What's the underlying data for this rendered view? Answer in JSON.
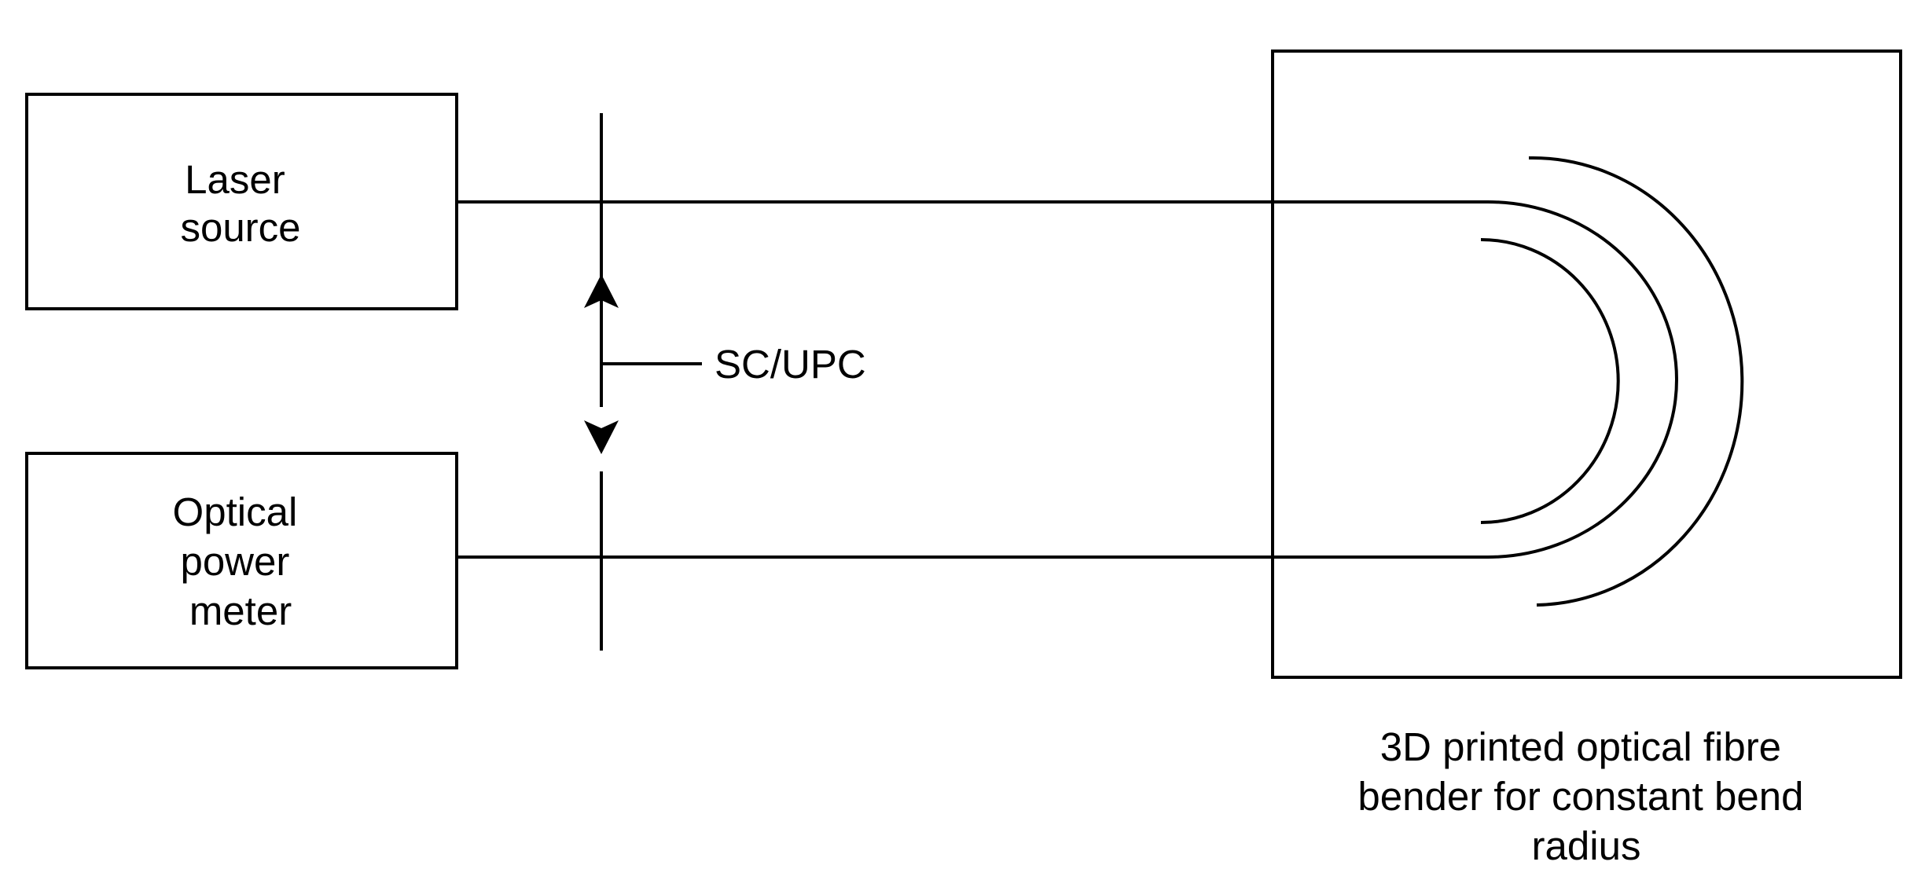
{
  "laser_source": {
    "lines": [
      "Laser",
      "source"
    ]
  },
  "power_meter": {
    "lines": [
      "Optical",
      "power",
      "meter"
    ]
  },
  "connector": {
    "label": "SC/UPC"
  },
  "bender": {
    "caption_lines": [
      "3D printed optical fibre",
      "bender for constant bend",
      "radius"
    ]
  },
  "colors": {
    "stroke": "#000000",
    "background": "#ffffff"
  }
}
